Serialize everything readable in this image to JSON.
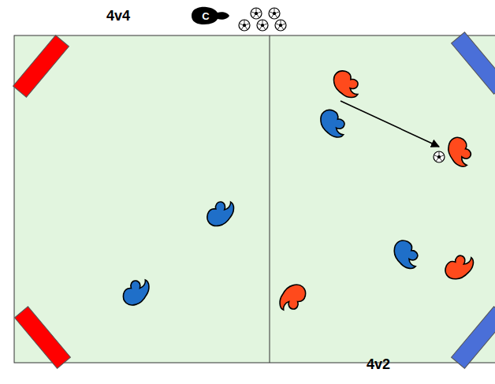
{
  "diagram": {
    "labels": [
      "4v4",
      "C",
      "4v2"
    ]
  }
}
